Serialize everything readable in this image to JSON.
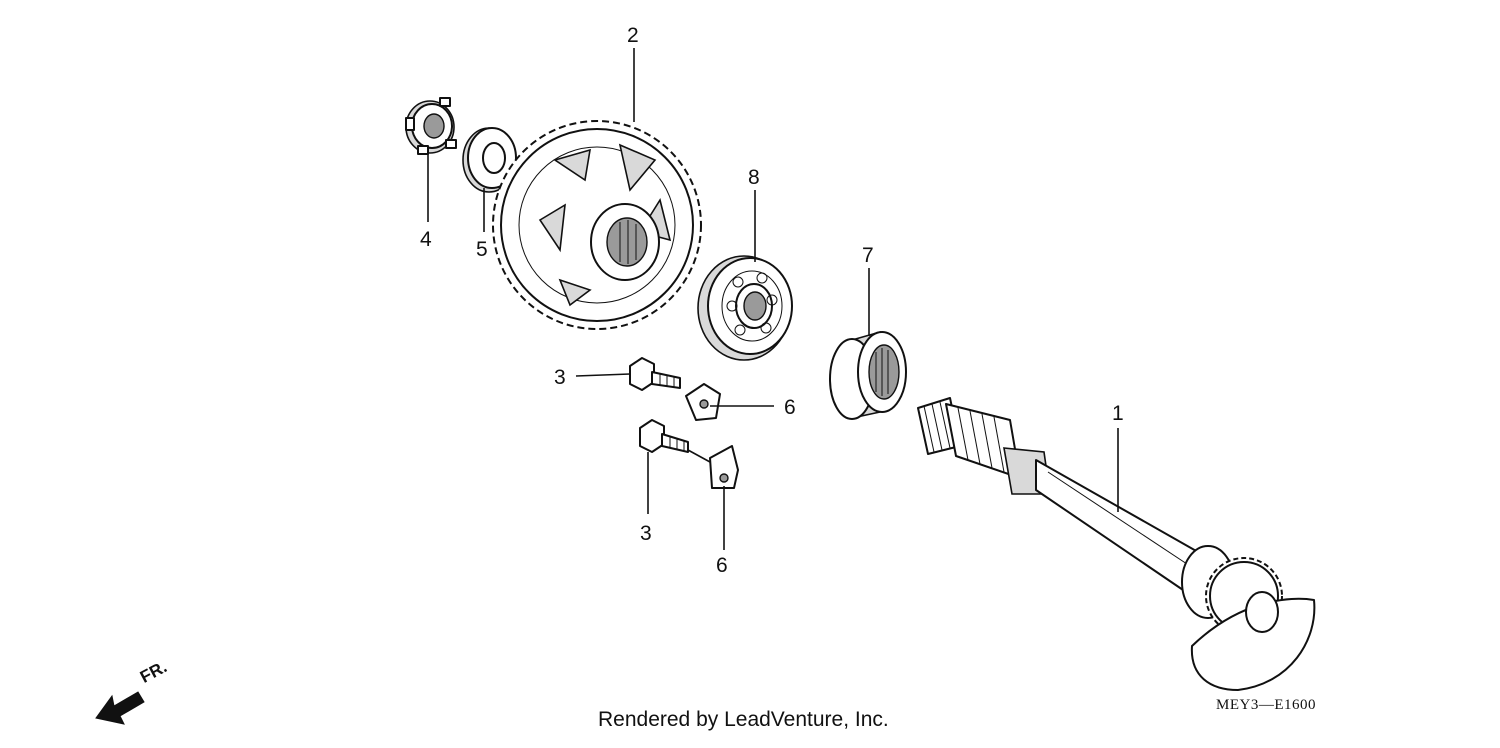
{
  "callouts": {
    "c1": "1",
    "c2": "2",
    "c3a": "3",
    "c3b": "3",
    "c4": "4",
    "c5": "5",
    "c6a": "6",
    "c6b": "6",
    "c7": "7",
    "c8": "8"
  },
  "direction_label": "FR.",
  "diagram_code": "MEY3—E1600",
  "render_credit": "Rendered by LeadVenture, Inc.",
  "icons": {
    "direction": "front-direction-arrow-icon"
  }
}
